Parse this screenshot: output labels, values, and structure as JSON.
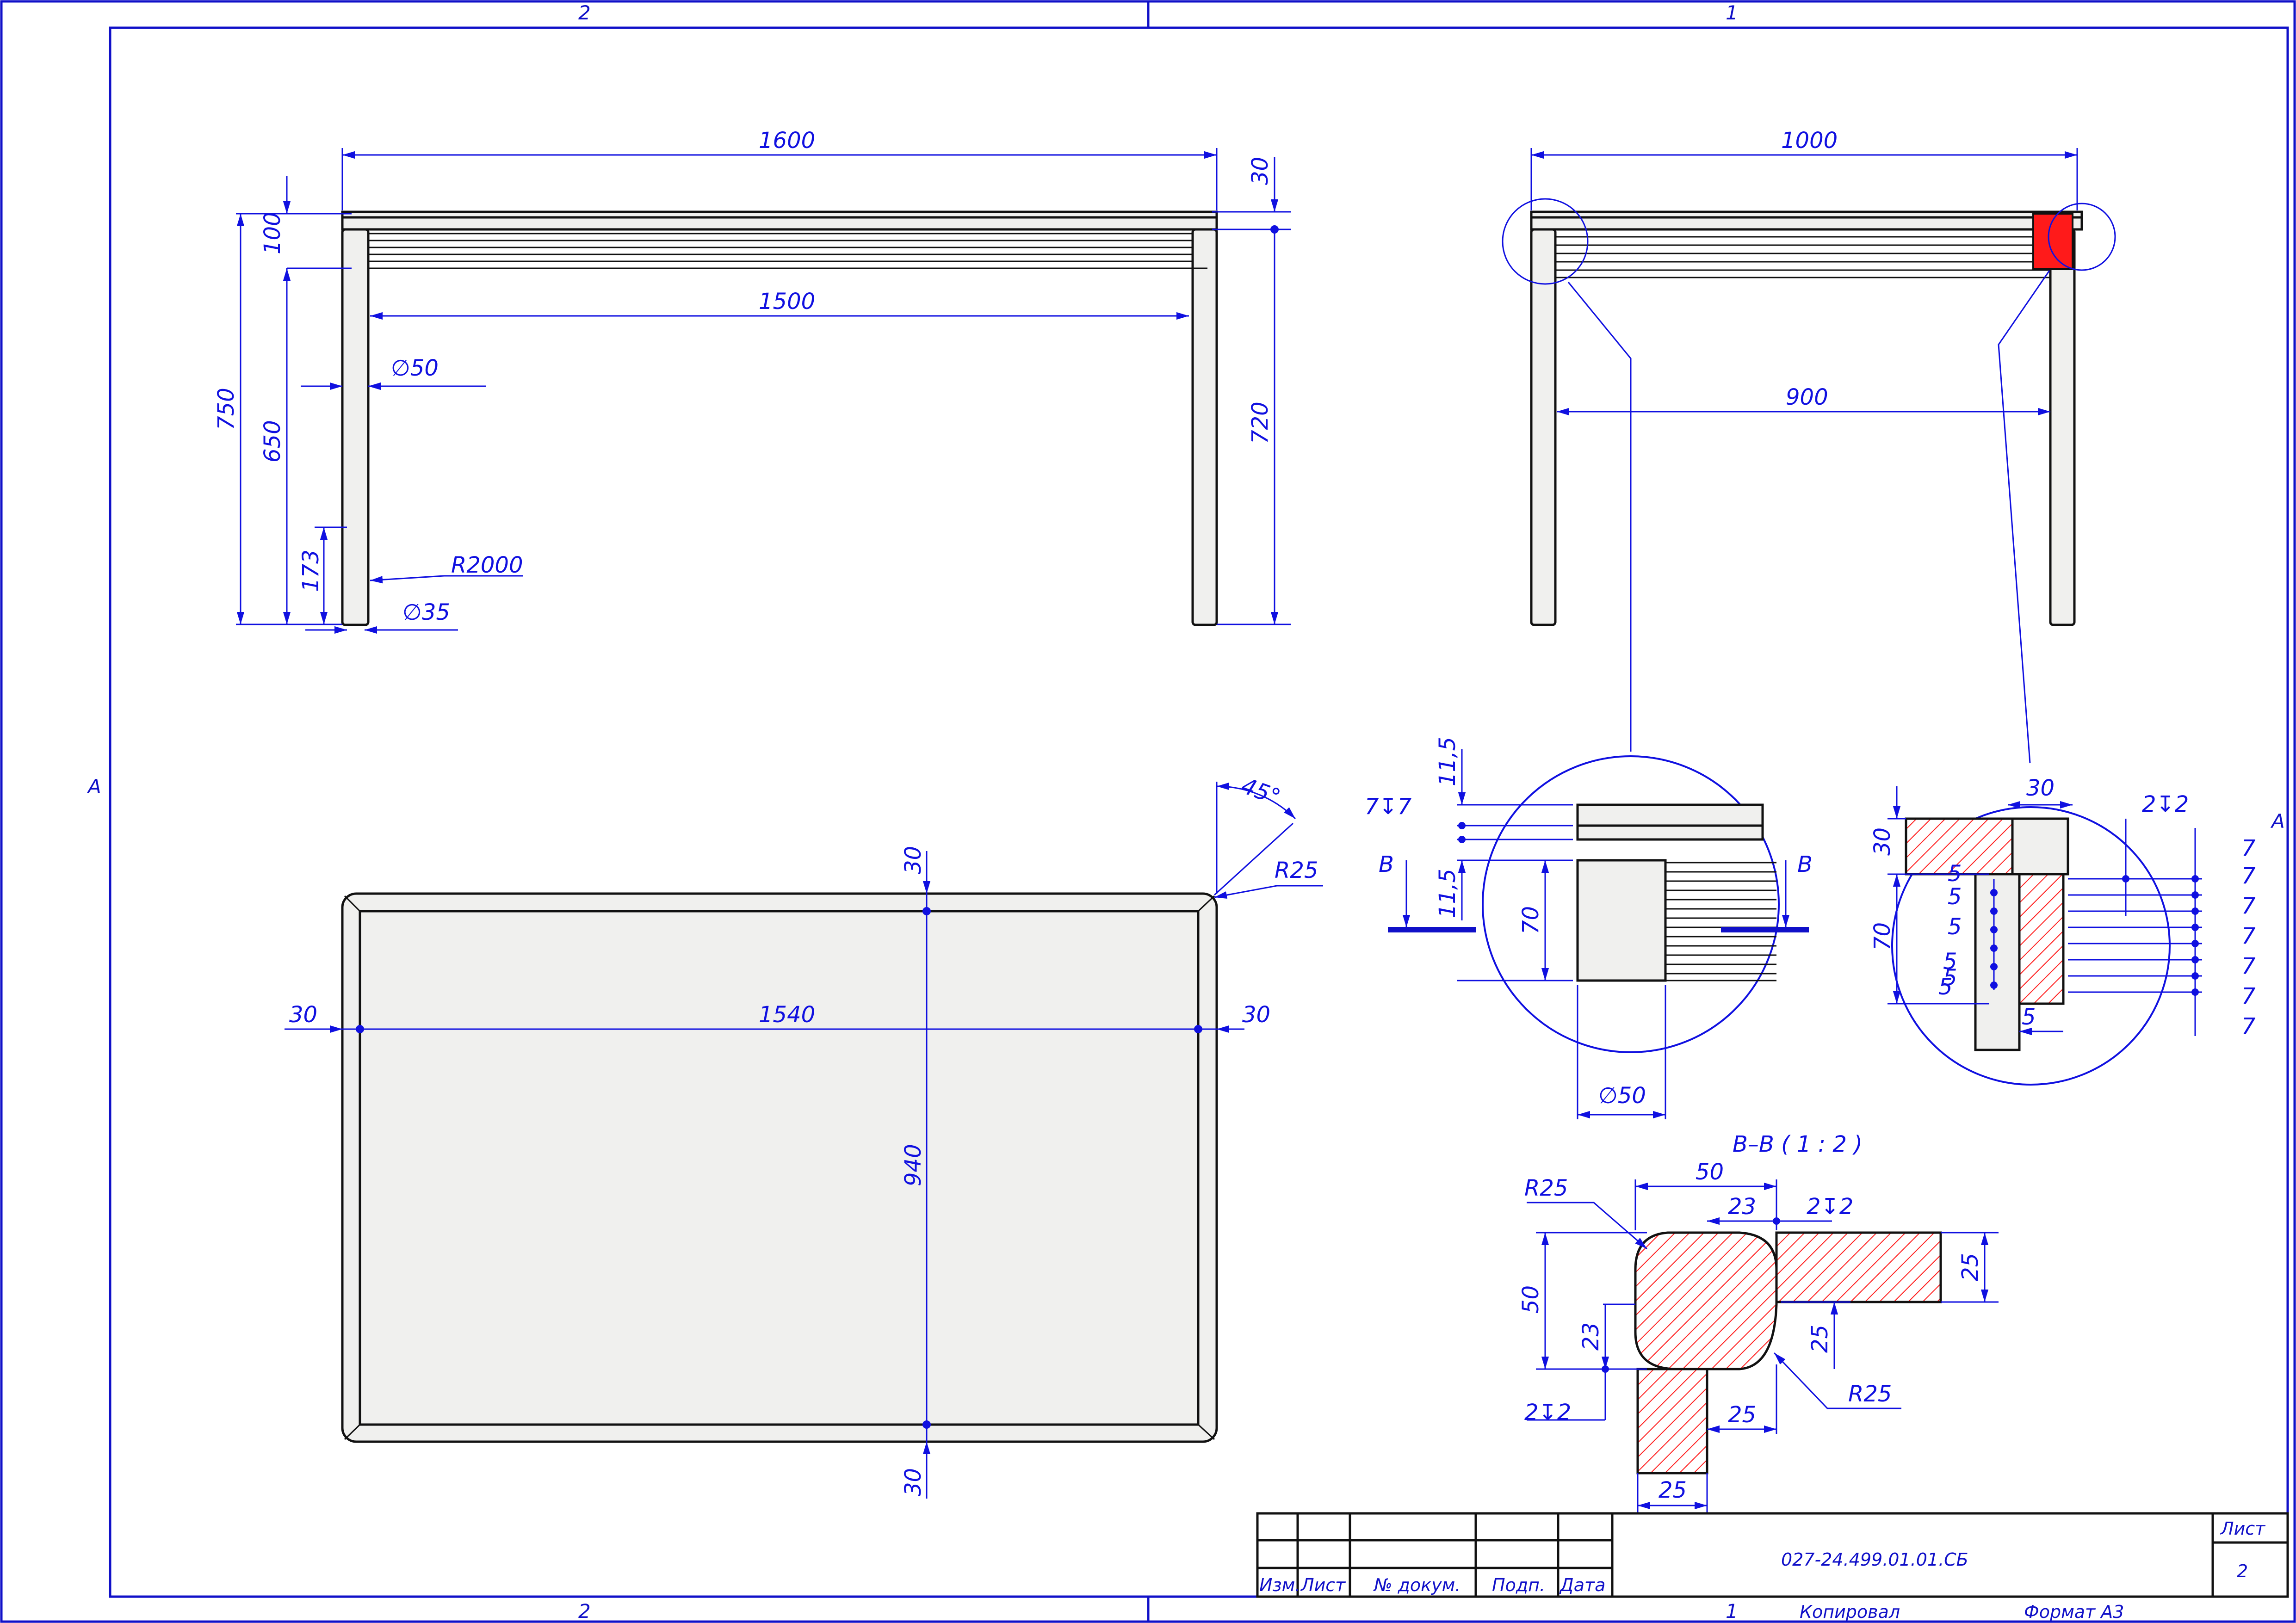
{
  "zones": {
    "top_left": "2",
    "top_right": "1",
    "bottom_left": "2",
    "bottom_right": "1",
    "left": "A",
    "right": "A"
  },
  "front_view": {
    "overall_width": "1600",
    "top_thickness": "30",
    "apron_height": "100",
    "inner_width": "1500",
    "height_total": "750",
    "height_leg": "650",
    "height_right": "720",
    "leg_diameter": "∅50",
    "taper_length": "173",
    "taper_radius": "R2000",
    "foot_diameter": "∅35"
  },
  "side_view": {
    "overall_width": "1000",
    "inner_width": "900"
  },
  "plan_view": {
    "margin_top": "30",
    "margin_bottom": "30",
    "margin_left": "30",
    "margin_right": "30",
    "inner_length": "1540",
    "inner_width": "940",
    "chamfer_angle": "45°",
    "corner_radius": "R25"
  },
  "detail_left": {
    "d1": "11,5",
    "d2": "7↧7",
    "d3": "11,5",
    "d4": "70",
    "leg_diameter": "∅50",
    "section_label": "B"
  },
  "detail_right": {
    "width": "30",
    "groove": "2↧2",
    "top": "30",
    "height": "70",
    "slat_gaps": [
      "5",
      "5",
      "5",
      "5",
      "5",
      "5"
    ],
    "bottom_gap": "5",
    "slat_widths": [
      "7",
      "7",
      "7",
      "7",
      "7",
      "7",
      "7"
    ]
  },
  "section_bb": {
    "title": "B–B ( 1 : 2 )",
    "r_top": "R25",
    "width": "50",
    "inner": "23",
    "groove_top": "2↧2",
    "height": "50",
    "left_inner": "23",
    "groove_left": "2↧2",
    "slat_thickness": "25",
    "slat_height": "25",
    "r_bottom": "R25",
    "leg_offset": "25",
    "leg_width": "25"
  },
  "title_block": {
    "col_izm": "Изм.",
    "col_list": "Лист",
    "col_doc": "№ докум.",
    "col_sign": "Подп.",
    "col_date": "Дата",
    "doc_number": "027-24.499.01.01.СБ",
    "sheet_label": "Лист",
    "sheet_number": "2",
    "copied": "Копировал",
    "format": "Формат А3"
  },
  "colors": {
    "dimension": "#1010e0",
    "frame": "#1010c8",
    "section_fill": "#ff2b2b"
  }
}
